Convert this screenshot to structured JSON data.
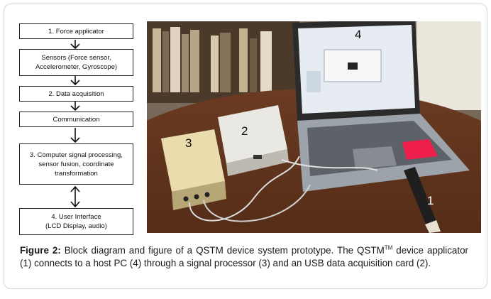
{
  "diagram": {
    "blocks": [
      {
        "id": "b1",
        "text": "1. Force applicator"
      },
      {
        "id": "b2",
        "lines": [
          "Sensors (Force sensor,",
          "Accelerometer, Gyroscope)"
        ]
      },
      {
        "id": "b3",
        "text": "2. Data acquisition"
      },
      {
        "id": "b4",
        "text": "Communication"
      },
      {
        "id": "b5",
        "lines": [
          "3. Computer signal processing,",
          "sensor fusion, coordinate",
          "transformation"
        ]
      },
      {
        "id": "b6",
        "lines": [
          "4. User Interface",
          "(LCD Display, audio)"
        ]
      }
    ]
  },
  "photo": {
    "callouts": {
      "n1": "1",
      "n2": "2",
      "n3": "3",
      "n4": "4"
    }
  },
  "caption": {
    "label": "Figure 2:",
    "text_1": " Block diagram and figure of a QSTM device system prototype. The QSTM",
    "tm": "TM",
    "text_2": " device applicator (1) connects to a host PC (4) through a signal processor (3) and an USB data acquisition card (2)."
  }
}
